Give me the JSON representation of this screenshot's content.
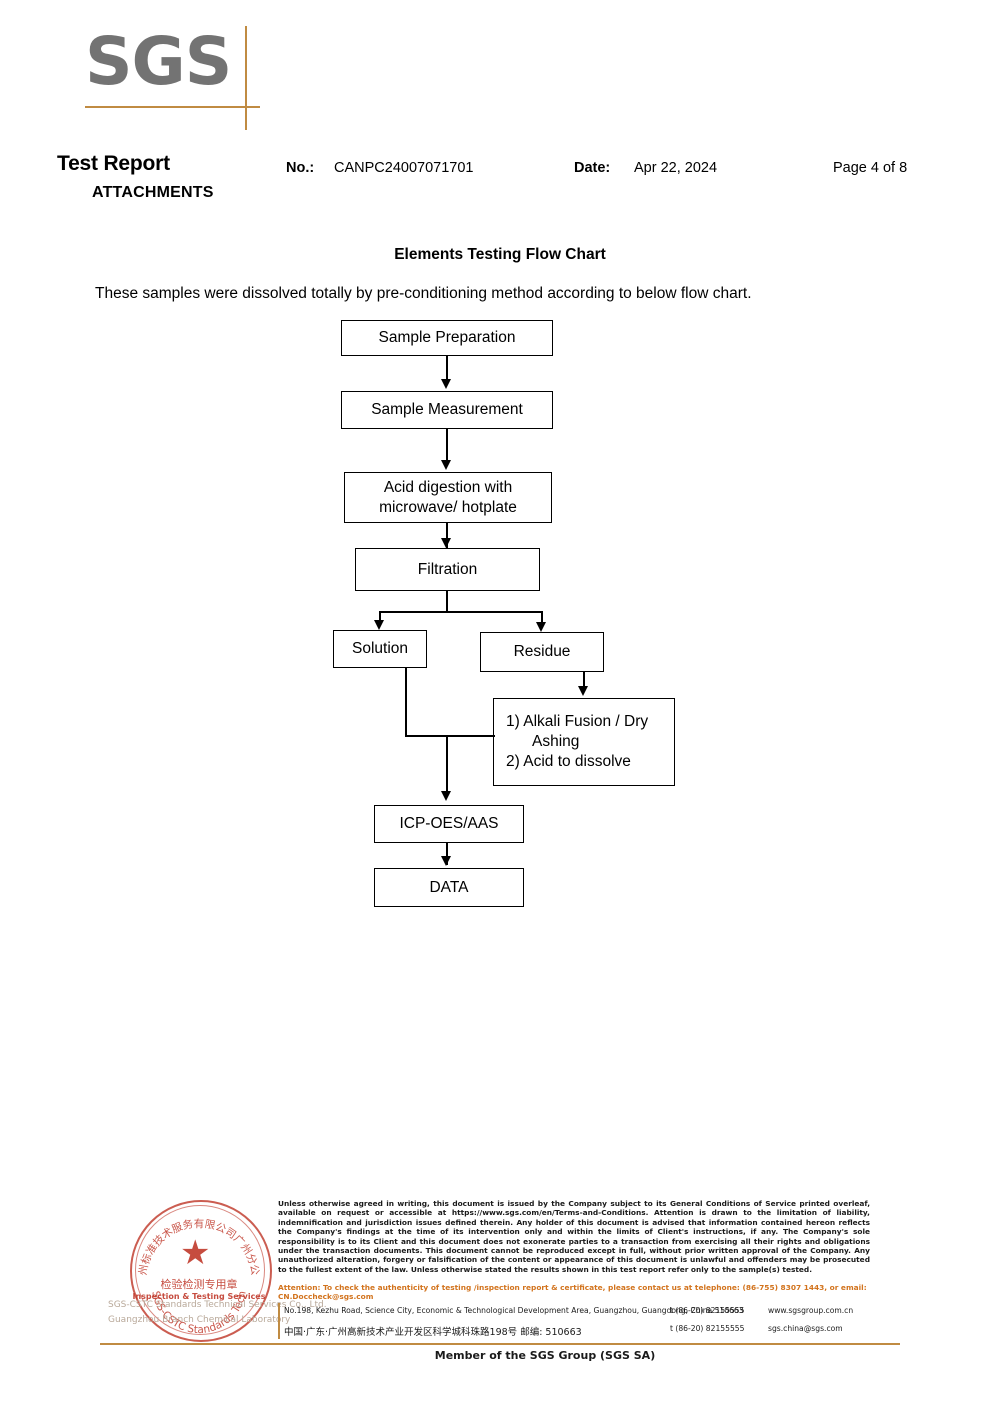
{
  "header": {
    "logo_text": "SGS",
    "title": "Test Report",
    "subtitle": "ATTACHMENTS",
    "no_label": "No.:",
    "no_value": "CANPC24007071701",
    "date_label": "Date:",
    "date_value": "Apr 22, 2024",
    "page_value": "Page 4 of 8"
  },
  "main": {
    "section_title": "Elements Testing Flow Chart",
    "intro": "These samples were dissolved totally by pre-conditioning method according to below flow chart."
  },
  "chart_data": {
    "type": "diagram",
    "title": "Elements Testing Flow Chart",
    "nodes": [
      {
        "id": "prep",
        "label": "Sample Preparation"
      },
      {
        "id": "meas",
        "label": "Sample Measurement"
      },
      {
        "id": "acid",
        "label_line1": "Acid digestion with",
        "label_line2": "microwave/ hotplate"
      },
      {
        "id": "filt",
        "label": "Filtration"
      },
      {
        "id": "sol",
        "label": "Solution"
      },
      {
        "id": "res",
        "label": "Residue"
      },
      {
        "id": "alkali",
        "label_line1": "1) Alkali Fusion / Dry",
        "label_line2": "Ashing",
        "label_line3": "2) Acid to dissolve"
      },
      {
        "id": "icp",
        "label": "ICP-OES/AAS"
      },
      {
        "id": "data",
        "label": "DATA"
      }
    ],
    "edges": [
      {
        "from": "prep",
        "to": "meas"
      },
      {
        "from": "meas",
        "to": "acid"
      },
      {
        "from": "acid",
        "to": "filt"
      },
      {
        "from": "filt",
        "to": "sol"
      },
      {
        "from": "filt",
        "to": "res"
      },
      {
        "from": "res",
        "to": "alkali"
      },
      {
        "from": "sol",
        "to": "icp"
      },
      {
        "from": "alkali",
        "to": "icp"
      },
      {
        "from": "icp",
        "to": "data"
      }
    ]
  },
  "footer": {
    "legal": "Unless otherwise agreed in writing, this document is issued by the Company subject to its General Conditions of Service printed overleaf, available on request or accessible at https://www.sgs.com/en/Terms-and-Conditions. Attention is drawn to the limitation of liability, indemnification and jurisdiction issues defined therein. Any holder of this document is advised that information contained hereon reflects the Company's findings at the time of its intervention only and within the limits of Client's instructions, if any. The Company's sole responsibility is to its Client and this document does not exonerate parties to a transaction from exercising all their rights and obligations under the transaction documents. This document cannot be reproduced except in full, without prior written approval of the Company. Any unauthorized alteration, forgery or falsification of the content or appearance of this document is unlawful and offenders may be prosecuted to the fullest extent of the law. Unless otherwise stated the results shown in this test report refer only to the sample(s) tested.",
    "attention": "Attention: To check the authenticity of testing /inspection report & certificate, please contact us at telephone: (86-755) 8307 1443, or email: CN.Doccheck@sgs.com",
    "address_en": "No.198, Kezhu Road, Science City, Economic & Technological Development Area, Guangzhou, Guangdong, China 510663",
    "address_cn": "中国·广东·广州高新技术产业开发区科学城科珠路198号   邮编: 510663",
    "tel_en": "t (86-20) 82155555",
    "tel_cn": "t (86-20) 82155555",
    "web_en": "www.sgsgroup.com.cn",
    "web_cn": "sgs.china@sgs.com",
    "member": "Member of the SGS Group (SGS SA)",
    "faded_company_line1": "SGS-CSTC Standards Technical Services Co., Ltd.",
    "faded_company_line2": "Guangzhou Branch Chemical Laboratory"
  },
  "seal": {
    "star": "★",
    "cn_text": "检验检测专用章",
    "en_text": "Inspection & Testing Services",
    "arc_top": "广州标准技术服务有限公司广州分公司",
    "arc_bottom": "SGS-CSTC Standards Tech"
  }
}
